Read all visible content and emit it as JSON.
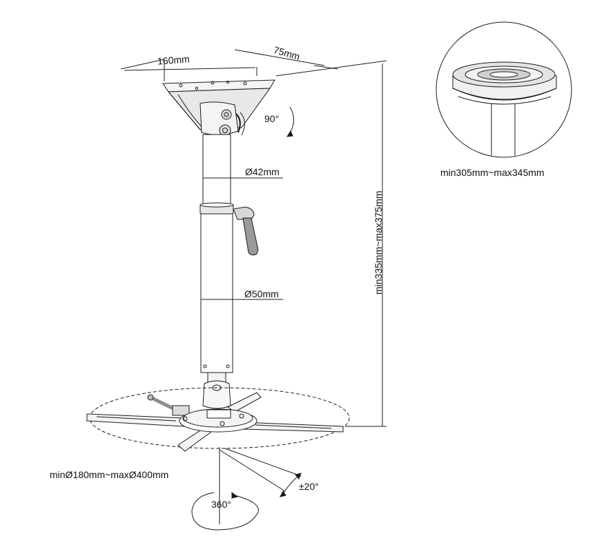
{
  "dimensions": {
    "plate_width": "160mm",
    "plate_depth": "75mm",
    "tilt_angle": "90°",
    "inner_tube_diameter": "Ø42mm",
    "outer_tube_diameter": "Ø50mm",
    "total_height_range": "min335mm~max375mm",
    "detail_height_range": "min305mm~max345mm",
    "bracket_span_range": "minØ180mm~maxØ400mm",
    "swivel_angle": "360°",
    "tilt_adjust": "±20°"
  },
  "colors": {
    "line": "#1a1a1a",
    "fill_light": "#f2f2f2",
    "fill_mid": "#d9d9d9",
    "fill_dark": "#8c8c8c"
  }
}
